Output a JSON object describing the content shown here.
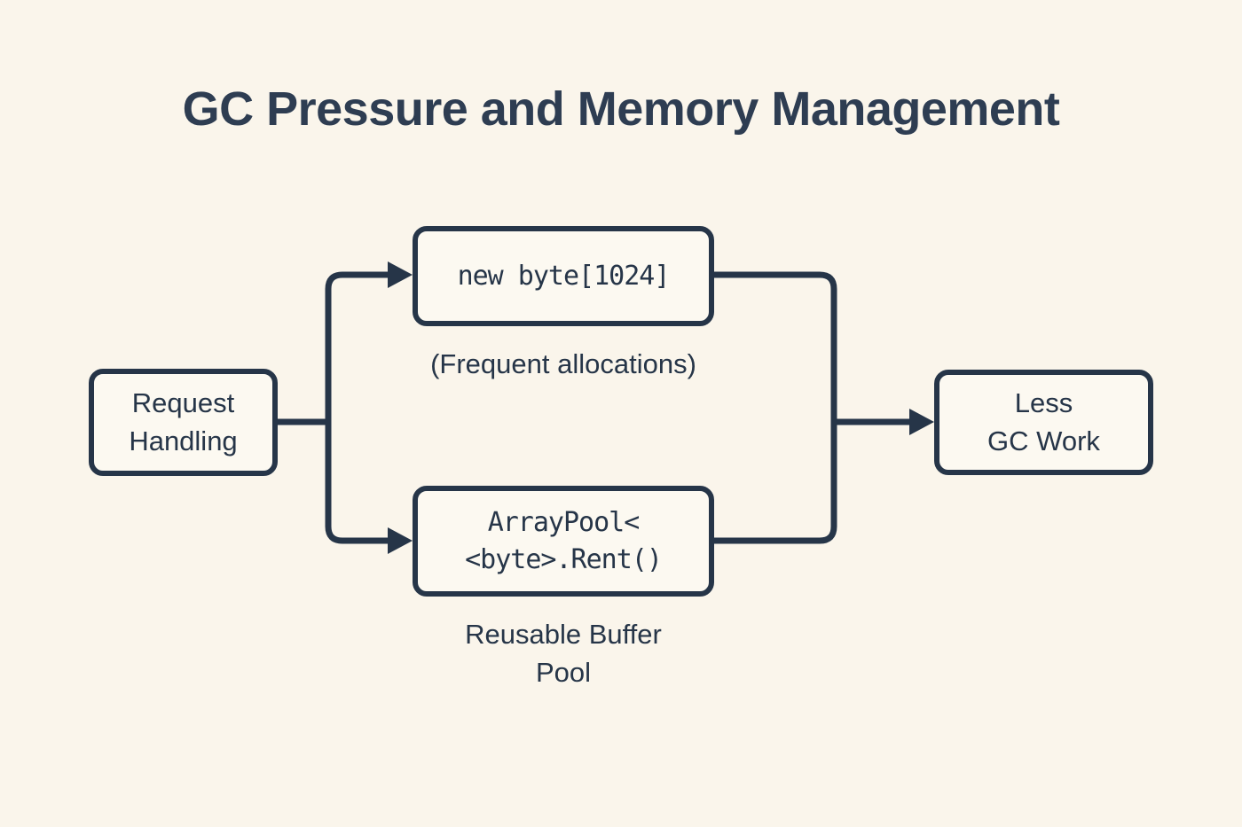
{
  "title": "GC Pressure and Memory Management",
  "colors": {
    "background": "#faf5eb",
    "box_fill": "#fcf9f1",
    "ink": "#263548",
    "title_ink": "#2e3d52"
  },
  "nodes": {
    "request": {
      "label": "Request\nHandling"
    },
    "alloc": {
      "code": "new byte[1024]",
      "caption": "(Frequent allocations)"
    },
    "pool": {
      "code": "ArrayPool<\n<byte>.Rent()",
      "caption": "Reusable Buffer\nPool"
    },
    "result": {
      "label": "Less\nGC Work"
    }
  }
}
